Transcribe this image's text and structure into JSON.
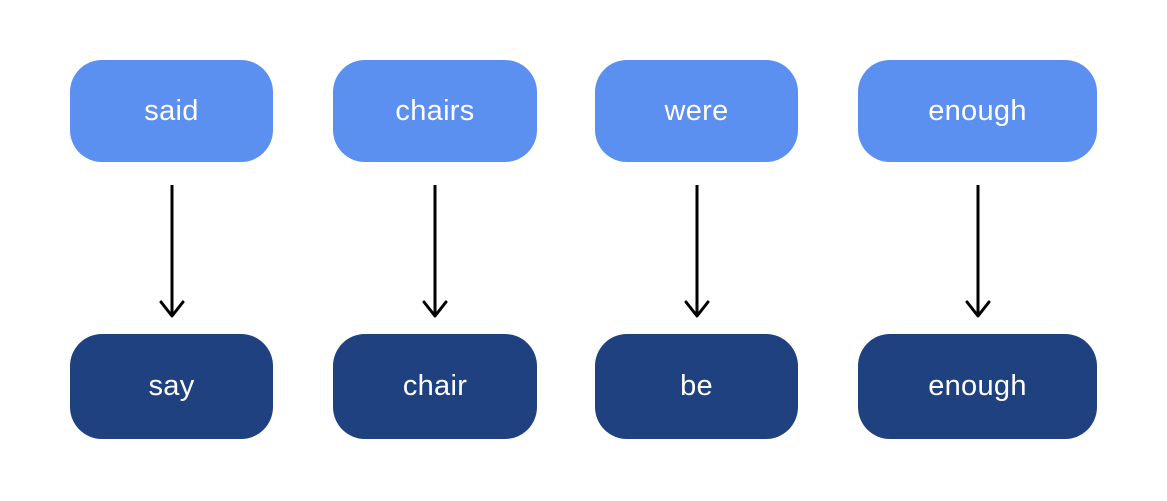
{
  "diagram": {
    "description": "Word to lemma mapping diagram",
    "pairs": [
      {
        "source": "said",
        "target": "say"
      },
      {
        "source": "chairs",
        "target": "chair"
      },
      {
        "source": "were",
        "target": "be"
      },
      {
        "source": "enough",
        "target": "enough"
      }
    ],
    "colors": {
      "source_box": "#5b8ff0",
      "target_box": "#20417f",
      "arrow": "#000000",
      "text": "#ffffff",
      "background": "#ffffff"
    }
  }
}
